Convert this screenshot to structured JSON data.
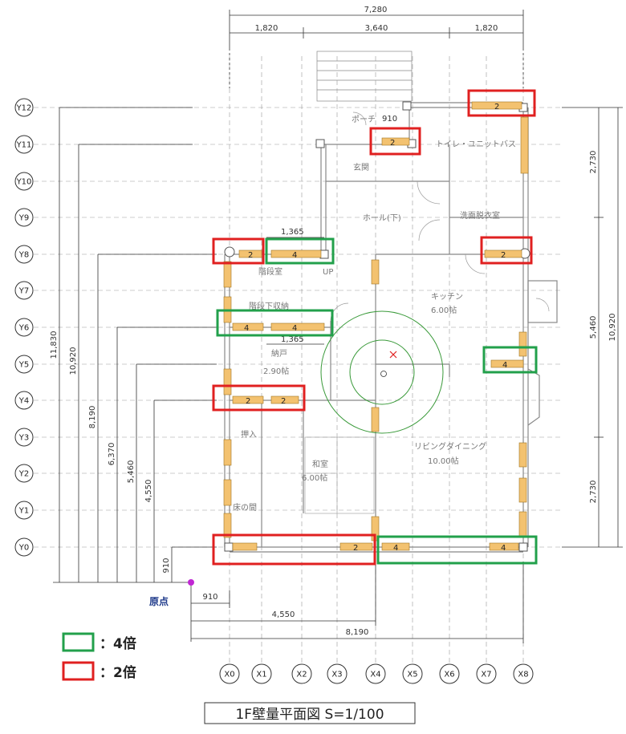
{
  "title": "1F壁量平面図 S=1/100",
  "origin_label": "原点",
  "legend": [
    {
      "label": "：4倍",
      "color": "#22a04b"
    },
    {
      "label": "：2倍",
      "color": "#e02020"
    }
  ],
  "axes": {
    "y": [
      "Y12",
      "Y11",
      "Y10",
      "Y9",
      "Y8",
      "Y7",
      "Y6",
      "Y5",
      "Y4",
      "Y3",
      "Y2",
      "Y1",
      "Y0"
    ],
    "x": [
      "X0",
      "X1",
      "X2",
      "X3",
      "X4",
      "X5",
      "X6",
      "X7",
      "X8"
    ]
  },
  "dims": {
    "top_total": "7,280",
    "top_a": "1,820",
    "top_b": "3,640",
    "top_c": "1,820",
    "right_a": "2,730",
    "right_b": "5,460",
    "right_c": "2,730",
    "right_total": "10,920",
    "left": [
      "11,830",
      "10,920",
      "8,190",
      "6,370",
      "5,460",
      "4,550",
      "910"
    ],
    "bottom": [
      "910",
      "4,550",
      "8,190"
    ],
    "inner_a": "1,365",
    "inner_b": "1,365",
    "porch_dim": "910"
  },
  "rooms": {
    "porch": "ポーチ",
    "toilet_bath": "トイレ・ユニットバス",
    "genkan": "玄関",
    "hall": "ホール(下)",
    "senmen": "洗面脱衣室",
    "kaidan": "階段室",
    "up": "UP",
    "kaidan_shita": "階段下収納",
    "kitchen": "キッチン",
    "kitchen_size": "6.00帖",
    "nando": "納戸",
    "nando_size": "2.90帖",
    "oshiire": "押入",
    "washitsu": "和室",
    "washitsu_size": "6.00帖",
    "living": "リビングダイニング",
    "living_size": "10.00帖",
    "tokonoma": "床の間"
  },
  "walls": {
    "two": "2",
    "four": "4"
  }
}
